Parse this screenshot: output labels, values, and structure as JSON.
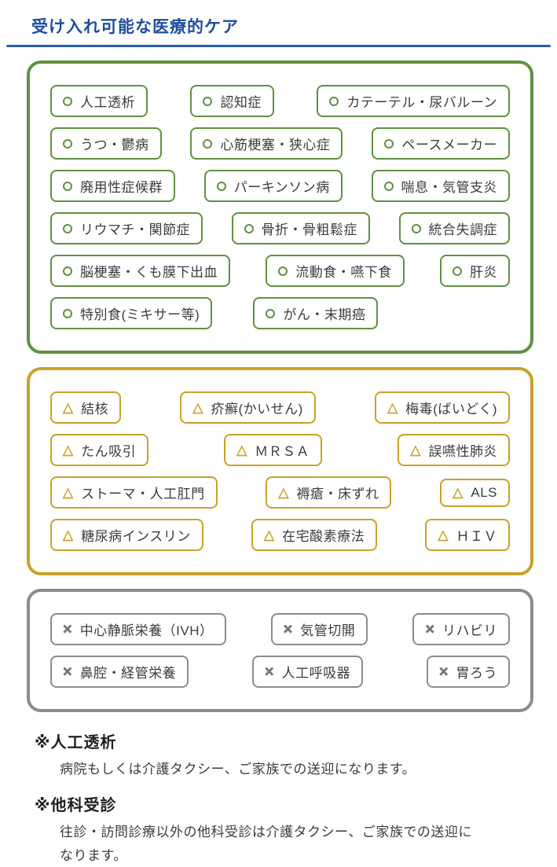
{
  "page": {
    "title": "受け入れ可能な医療的ケア",
    "title_color": "#1d4f9e",
    "rule_color": "#2a5caa"
  },
  "sections": [
    {
      "name": "acceptable-care",
      "icon": "circle-icon",
      "glyph": "○",
      "accent": "#5f9141",
      "icon_color": "#5f9141",
      "rows": [
        [
          "人工透析",
          "認知症",
          "カテーテル・尿バルーン"
        ],
        [
          "うつ・鬱病",
          "心筋梗塞・狭心症",
          "ペースメーカー"
        ],
        [
          "廃用性症候群",
          "パーキンソン病",
          "喘息・気管支炎"
        ],
        [
          "リウマチ・関節症",
          "骨折・骨粗鬆症",
          "統合失調症"
        ],
        [
          "脳梗塞・くも膜下出血",
          "流動食・嚥下食",
          "肝炎"
        ],
        [
          "特別食(ミキサー等)",
          "がん・末期癌"
        ]
      ]
    },
    {
      "name": "conditional-care",
      "icon": "triangle-icon",
      "glyph": "△",
      "accent": "#c9a227",
      "icon_color": "#c9a227",
      "rows": [
        [
          "結核",
          "疥癬(かいせん)",
          "梅毒(ばいどく)"
        ],
        [
          "たん吸引",
          "ＭＲＳＡ",
          "誤嚥性肺炎"
        ],
        [
          "ストーマ・人工肛門",
          "褥瘡・床ずれ",
          "ALS"
        ],
        [
          "糖尿病インスリン",
          "在宅酸素療法",
          "ＨＩＶ"
        ]
      ]
    },
    {
      "name": "unavailable-care",
      "icon": "cross-icon",
      "glyph": "×",
      "accent": "#8c8c8c",
      "icon_color": "#757575",
      "rows": [
        [
          "中心静脈栄養（IVH）",
          "気管切開",
          "リハビリ"
        ],
        [
          "鼻腔・経管栄養",
          "人工呼吸器",
          "胃ろう"
        ]
      ]
    }
  ],
  "notes": [
    {
      "title": "※人工透析",
      "body": "病院もしくは介護タクシー、ご家族での送迎になります。"
    },
    {
      "title": "※他科受診",
      "body": "往診・訪問診療以外の他科受診は介護タクシー、ご家族での送迎に\nなります。"
    }
  ]
}
